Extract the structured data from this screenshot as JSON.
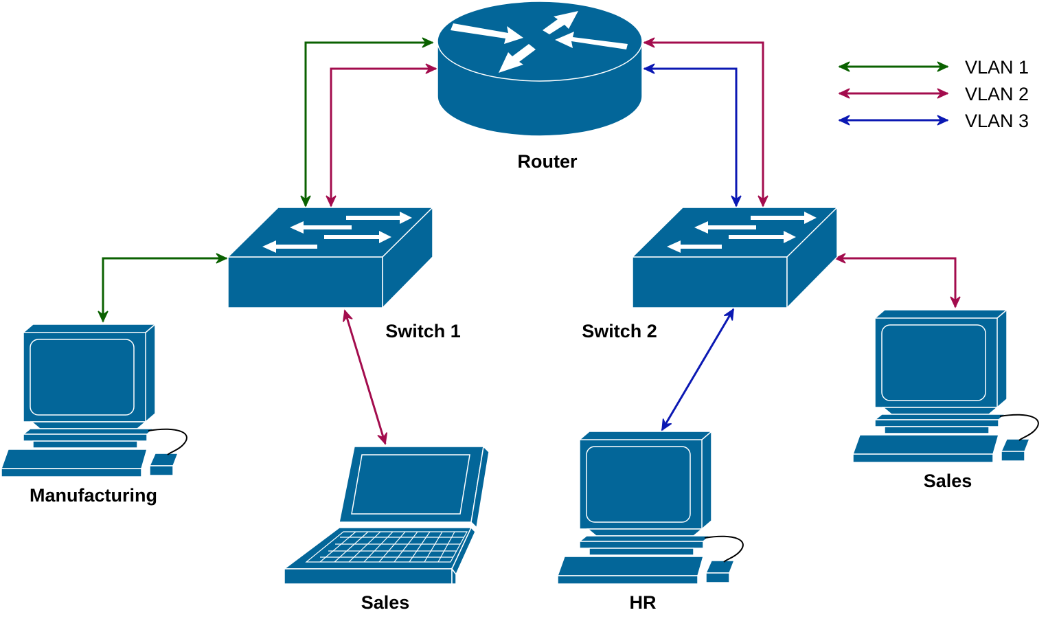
{
  "colors": {
    "device": "#036699",
    "device_edge": "#ffffff",
    "vlan1": "#0a6100",
    "vlan2": "#a30c4d",
    "vlan3": "#0b18b3"
  },
  "legend": [
    {
      "label": "VLAN 1",
      "color": "#0a6100"
    },
    {
      "label": "VLAN 2",
      "color": "#a30c4d"
    },
    {
      "label": "VLAN 3",
      "color": "#0b18b3"
    }
  ],
  "nodes": {
    "router": {
      "label": "Router",
      "icon": "router-icon"
    },
    "switch1": {
      "label": "Switch 1",
      "icon": "switch-icon"
    },
    "switch2": {
      "label": "Switch 2",
      "icon": "switch-icon"
    },
    "manufacturing": {
      "label": "Manufacturing",
      "icon": "desktop-computer-icon"
    },
    "sales_laptop": {
      "label": "Sales",
      "icon": "laptop-icon"
    },
    "hr": {
      "label": "HR",
      "icon": "desktop-computer-icon"
    },
    "sales_desktop": {
      "label": "Sales",
      "icon": "desktop-computer-icon"
    }
  },
  "links": [
    {
      "from": "switch1",
      "to": "router",
      "vlan": "VLAN 1"
    },
    {
      "from": "switch1",
      "to": "router",
      "vlan": "VLAN 2"
    },
    {
      "from": "switch2",
      "to": "router",
      "vlan": "VLAN 2"
    },
    {
      "from": "switch2",
      "to": "router",
      "vlan": "VLAN 3"
    },
    {
      "from": "switch1",
      "to": "manufacturing",
      "vlan": "VLAN 1"
    },
    {
      "from": "switch1",
      "to": "sales_laptop",
      "vlan": "VLAN 2"
    },
    {
      "from": "switch2",
      "to": "hr",
      "vlan": "VLAN 3"
    },
    {
      "from": "switch2",
      "to": "sales_desktop",
      "vlan": "VLAN 2"
    }
  ]
}
